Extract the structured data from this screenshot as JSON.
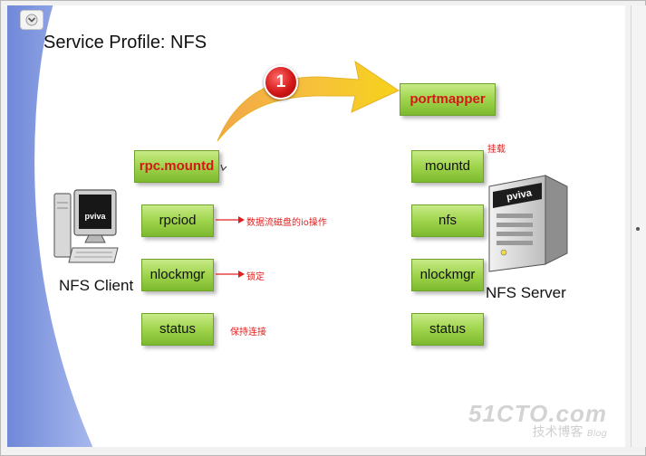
{
  "slide": {
    "title": "Service Profile: NFS",
    "step_number": "1"
  },
  "client": {
    "label": "NFS Client",
    "monitor_text": "pviva",
    "services": [
      "rpc.mountd",
      "rpciod",
      "nlockmgr",
      "status"
    ]
  },
  "server": {
    "label": "NFS Server",
    "case_text": "pviva",
    "portmapper": "portmapper",
    "services": [
      "mountd",
      "nfs",
      "nlockmgr",
      "status"
    ]
  },
  "notes": {
    "mount": "挂载",
    "rpciod": "数据流磁盘的io操作",
    "lock": "锁定",
    "keepalive": "保持连接"
  },
  "watermark": {
    "logo": "51CTO.com",
    "sub": "技术博客",
    "blog": "Blog"
  },
  "colors": {
    "box_green": "#9fd44c",
    "highlight_red": "#d51818",
    "arrow_yellow": "#f5d21a",
    "note_red": "#e02020"
  }
}
